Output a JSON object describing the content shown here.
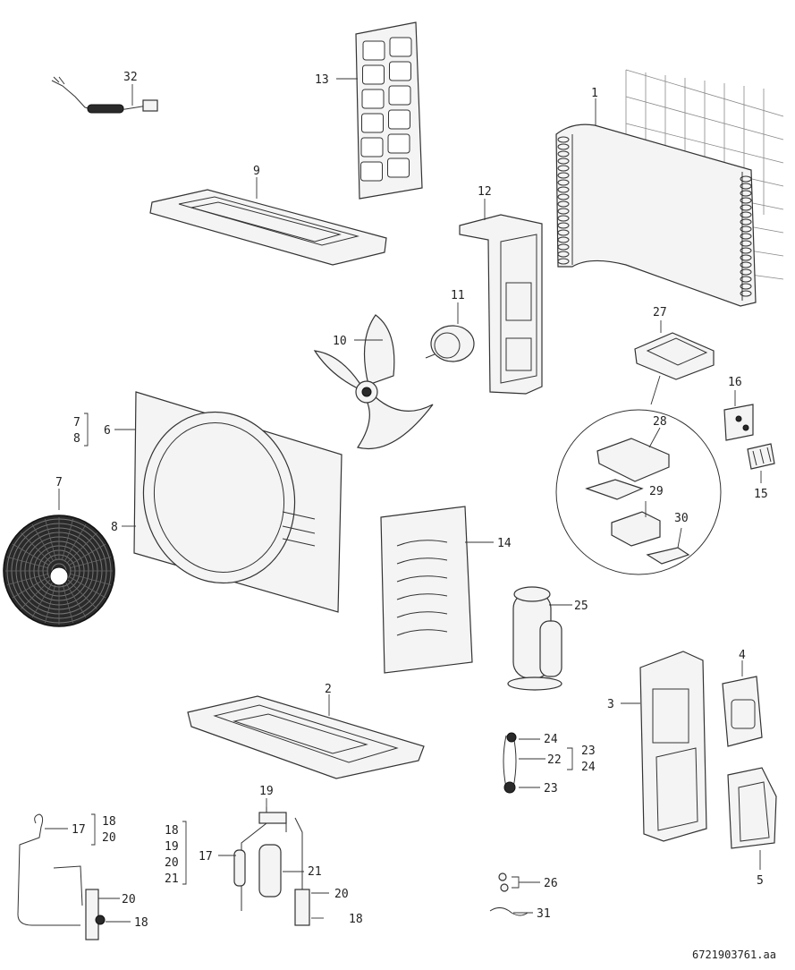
{
  "drawing_number": "6721903761.aa",
  "callouts": {
    "c1": "1",
    "c2": "2",
    "c3": "3",
    "c4": "4",
    "c5": "5",
    "c6": "6",
    "c7": "7",
    "c8": "8",
    "c9": "9",
    "c10": "10",
    "c11": "11",
    "c12": "12",
    "c13": "13",
    "c14": "14",
    "c15": "15",
    "c16": "16",
    "c17a": "17",
    "c17b": "17",
    "c18a": "18",
    "c18b": "18",
    "c19": "19",
    "c20a": "20",
    "c20b": "20",
    "c21": "21",
    "c22": "22",
    "c23": "23",
    "c24": "24",
    "c25": "25",
    "c26": "26",
    "c27": "27",
    "c28": "28",
    "c29": "29",
    "c30": "30",
    "c31": "31",
    "c32": "32"
  },
  "brackets": {
    "b6": [
      "7",
      "8"
    ],
    "b17": [
      "18",
      "20"
    ],
    "b17b": [
      "18",
      "19",
      "20",
      "21"
    ],
    "b22": [
      "23",
      "24"
    ]
  }
}
